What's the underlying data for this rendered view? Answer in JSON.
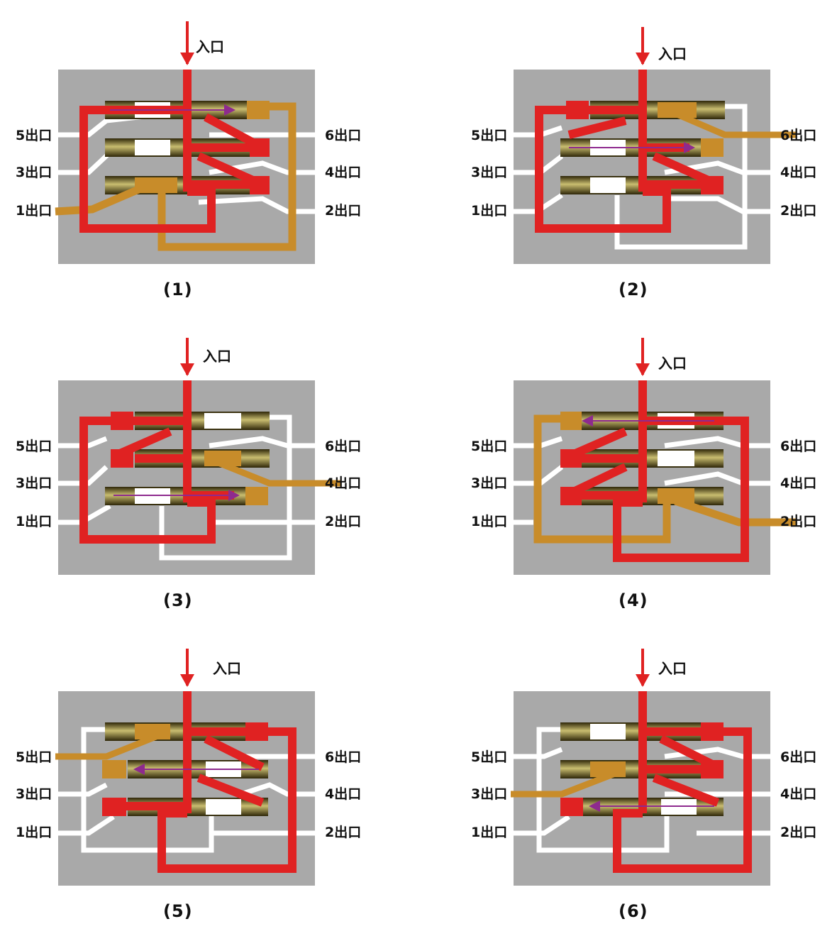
{
  "labels": {
    "inlet": "入口",
    "out5": "5出口",
    "out3": "3出口",
    "out1": "1出口",
    "out6": "6出口",
    "out4": "4出口",
    "out2": "2出口"
  },
  "captions": [
    "(1)",
    "(2)",
    "(3)",
    "(4)",
    "(5)",
    "(6)"
  ],
  "colors": {
    "body": "#a9a9a9",
    "flow": "#e02222",
    "open_path": "#c88c2a",
    "idle_path": "#ffffff",
    "spool_dark": "#2e2608",
    "spool_light": "#c9bd70",
    "arrow": "#8e2a8e"
  },
  "panels": [
    {
      "caption": "(1)",
      "active_outlet": "1出口",
      "spool_rows": [
        {
          "dir": "right",
          "color": "white"
        },
        {
          "dir": "none",
          "color": "white"
        },
        {
          "dir": "none",
          "color": "orange"
        }
      ]
    },
    {
      "caption": "(2)",
      "active_outlet": "6出口",
      "spool_rows": [
        {
          "dir": "none",
          "color": "orange"
        },
        {
          "dir": "right",
          "color": "white"
        },
        {
          "dir": "none",
          "color": "white"
        }
      ]
    },
    {
      "caption": "(3)",
      "active_outlet": "4出口",
      "spool_rows": [
        {
          "dir": "none",
          "color": "white"
        },
        {
          "dir": "none",
          "color": "orange"
        },
        {
          "dir": "right",
          "color": "white"
        }
      ]
    },
    {
      "caption": "(4)",
      "active_outlet": "2出口",
      "spool_rows": [
        {
          "dir": "left",
          "color": "white"
        },
        {
          "dir": "none",
          "color": "white"
        },
        {
          "dir": "none",
          "color": "orange"
        }
      ]
    },
    {
      "caption": "(5)",
      "active_outlet": "5出口",
      "spool_rows": [
        {
          "dir": "none",
          "color": "orange"
        },
        {
          "dir": "left",
          "color": "white"
        },
        {
          "dir": "none",
          "color": "white"
        }
      ]
    },
    {
      "caption": "(6)",
      "active_outlet": "3出口",
      "spool_rows": [
        {
          "dir": "none",
          "color": "white"
        },
        {
          "dir": "none",
          "color": "orange"
        },
        {
          "dir": "left",
          "color": "white"
        }
      ]
    }
  ]
}
